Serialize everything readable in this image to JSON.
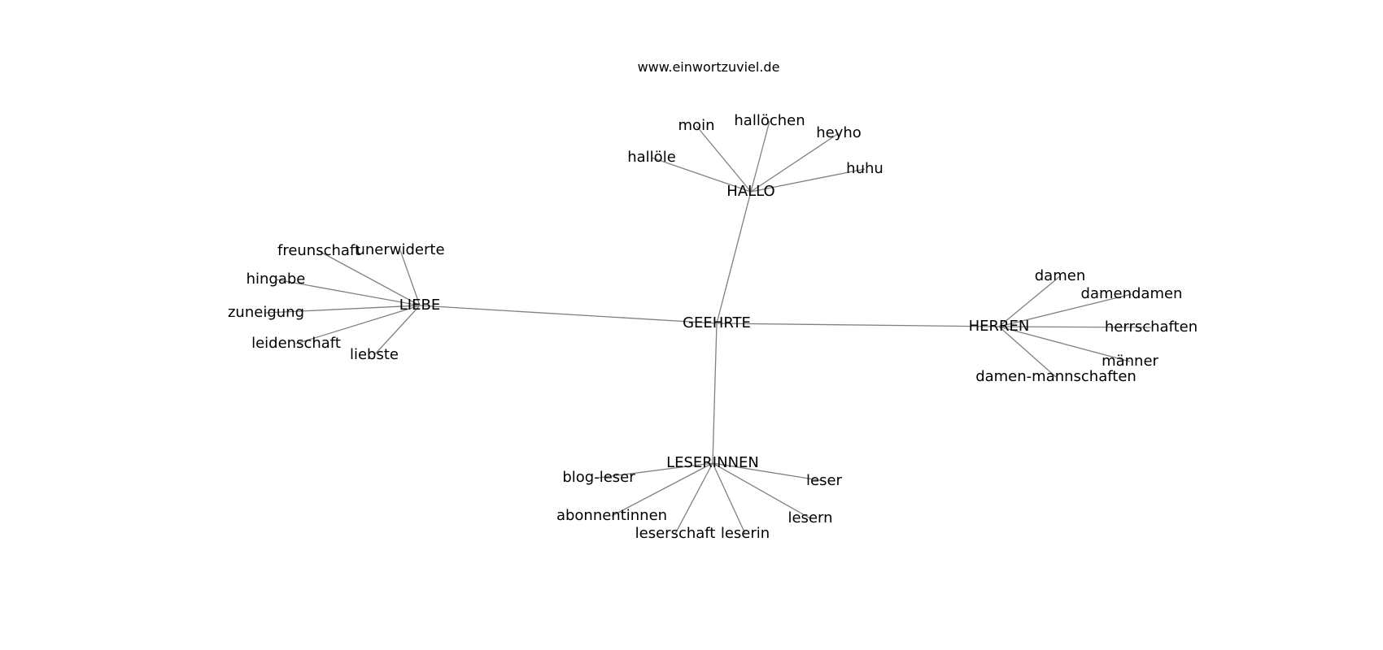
{
  "title": "www.einwortzuviel.de",
  "graph": {
    "center": "GEEHRTE",
    "hubs": [
      {
        "label": "HALLO",
        "leaves": [
          "moin",
          "hallöchen",
          "heyho",
          "huhu",
          "hallöle"
        ]
      },
      {
        "label": "LIEBE",
        "leaves": [
          "freunschaft",
          "unerwiderte",
          "hingabe",
          "zuneigung",
          "leidenschaft",
          "liebste"
        ]
      },
      {
        "label": "HERREN",
        "leaves": [
          "damen",
          "damendamen",
          "herrschaften",
          "männer",
          "damen-mannschaften"
        ]
      },
      {
        "label": "LESERINNEN",
        "leaves": [
          "blog-leser",
          "leser",
          "abonnentinnen",
          "lesern",
          "leserschaft",
          "leserin"
        ]
      }
    ]
  },
  "colors": {
    "edge": "#808080",
    "label": "#000000",
    "background": "#ffffff"
  }
}
